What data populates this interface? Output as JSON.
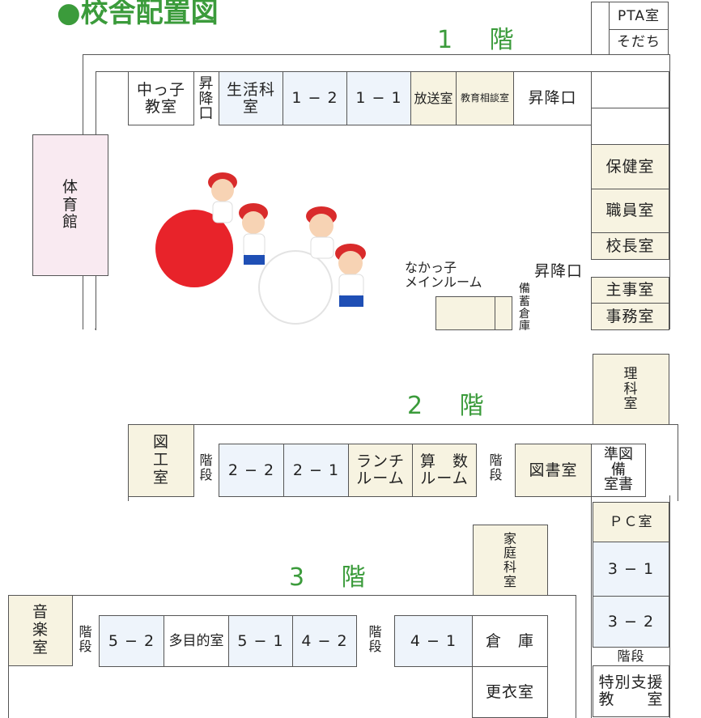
{
  "title": "●校舎配置図",
  "floor1": {
    "label": "1 階",
    "naka_room": "中っ子\n教室",
    "stairs_a": "昇\n降\n口",
    "life_science": "生活科\n室",
    "r1_2": "1 − 2",
    "r1_1": "1 − 1",
    "broadcast": "放送室",
    "counseling": "教育相談室",
    "entrance_top": "昇降口",
    "pta": "PTA室",
    "sodachi": "そだち",
    "gym": "体\n育\n館",
    "nurse": "保健室",
    "staff": "職員室",
    "principal": "校長室",
    "entrance_mid": "昇降口",
    "manager": "主事室",
    "office": "事務室",
    "main_room": "なかっ子\nメインルーム",
    "storage": "備\n蓄\n倉\n庫"
  },
  "floor2": {
    "label": "2 階",
    "science": "理\n科\n室",
    "art": "図\n工\n室",
    "stairs_a": "階\n段",
    "r2_2": "2 − 2",
    "r2_1": "2 − 1",
    "lunch": "ランチ\nルーム",
    "math": "算　数\nルーム",
    "stairs_b": "階\n段",
    "library": "図書室",
    "lib_prep": "準図\n備\n室書",
    "pc": "ＰＣ室",
    "r3_1": "3 − 1",
    "r3_2": "3 − 2",
    "stairs_c": "階段",
    "special": "特別支援\n教　　室"
  },
  "floor3": {
    "label": "3 階",
    "home_ec": "家\n庭\n科\n室",
    "music": "音\n楽\n室",
    "stairs_a": "階\n段",
    "r5_2": "5 − 2",
    "multi": "多目的室",
    "r5_1": "5 − 1",
    "r4_2": "4 − 2",
    "stairs_b": "階\n段",
    "r4_1": "4 − 1",
    "warehouse": "倉　庫",
    "locker": "更衣室"
  },
  "colors": {
    "green": "#3b9b3b",
    "blue_room": "#eef4fb",
    "beige_room": "#f7f3e1",
    "pink_room": "#f9eaf1",
    "ball_red": "#e8232a"
  },
  "illustration": "children-playing-ball"
}
